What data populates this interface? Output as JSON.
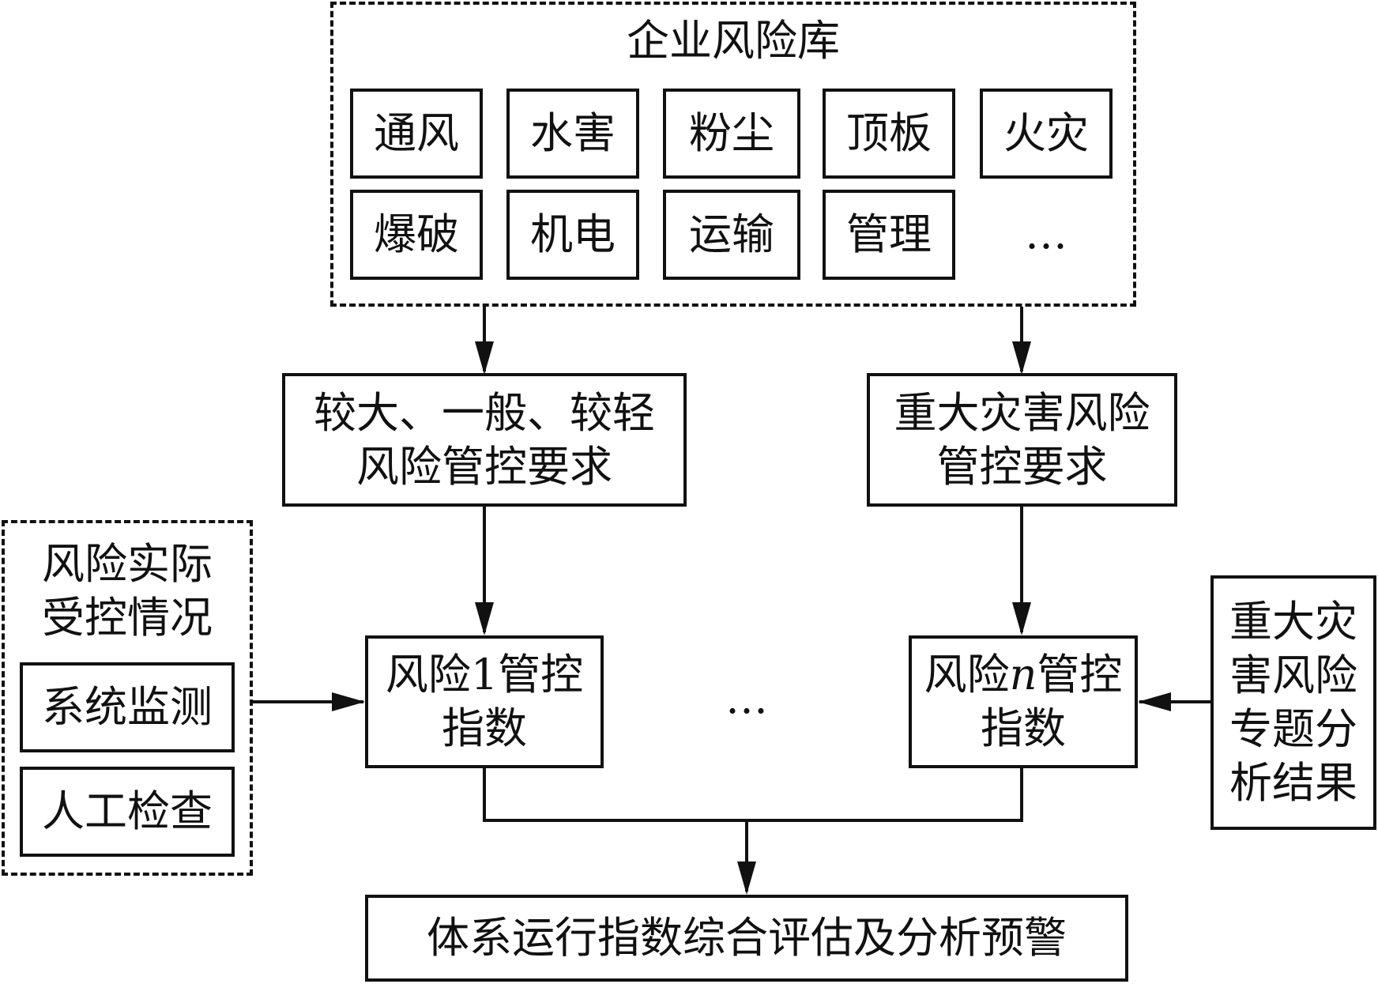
{
  "risk_library": {
    "title": "企业风险库",
    "items": [
      "通风",
      "水害",
      "粉尘",
      "顶板",
      "火灾",
      "爆破",
      "机电",
      "运输",
      "管理"
    ],
    "more": "…"
  },
  "general_requirements": {
    "line1": "较大、一般、较轻",
    "line2": "风险管控要求"
  },
  "major_requirements": {
    "line1": "重大灾害风险",
    "line2": "管控要求"
  },
  "actual_control": {
    "line1": "风险实际",
    "line2": "受控情况",
    "items": [
      "系统监测",
      "人工检查"
    ]
  },
  "index_1": {
    "prefix": "风险",
    "num": "1",
    "suffix": "管控",
    "line2": "指数"
  },
  "index_n": {
    "prefix": "风险",
    "num": "n",
    "suffix": "管控",
    "line2": "指数"
  },
  "middle_ellipsis": "…",
  "major_analysis": {
    "line1": "重大灾",
    "line2": "害风险",
    "line3": "专题分",
    "line4": "析结果"
  },
  "evaluation": {
    "label": "体系运行指数综合评估及分析预警"
  }
}
